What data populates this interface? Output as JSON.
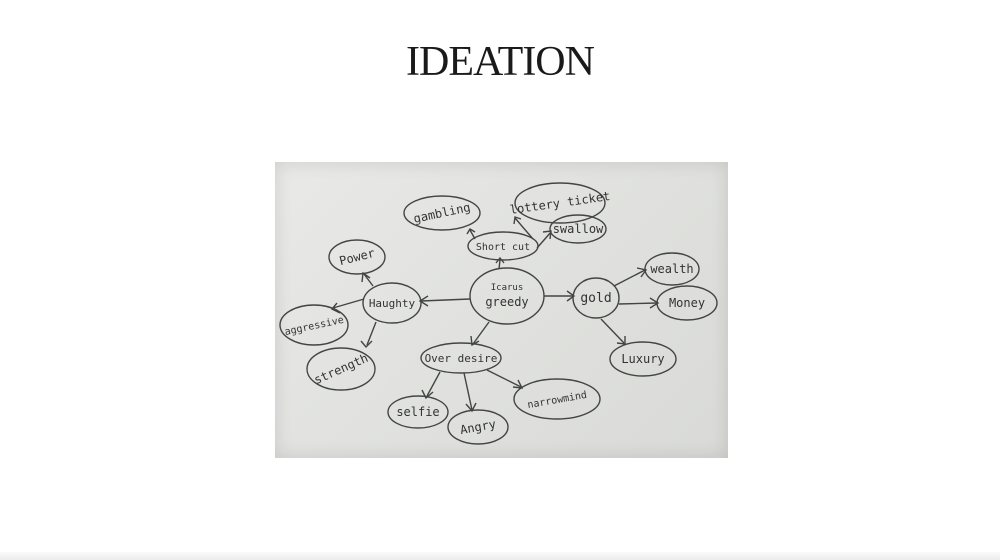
{
  "slide": {
    "title": "IDEATION"
  },
  "mindmap": {
    "center_top": "Icarus",
    "center": "greedy",
    "nodes": {
      "shortcut": "Short cut",
      "gambling": "gambling",
      "lottery": "lottery ticket",
      "swallow": "swallow",
      "gold": "gold",
      "wealth": "wealth",
      "money": "Money",
      "luxury": "Luxury",
      "haughty": "Haughty",
      "power": "Power",
      "aggressive": "aggressive",
      "strength": "strength",
      "overdesire": "Over desire",
      "selfie": "selfie",
      "angry": "Angry",
      "narrowmind": "narrowmind"
    }
  }
}
